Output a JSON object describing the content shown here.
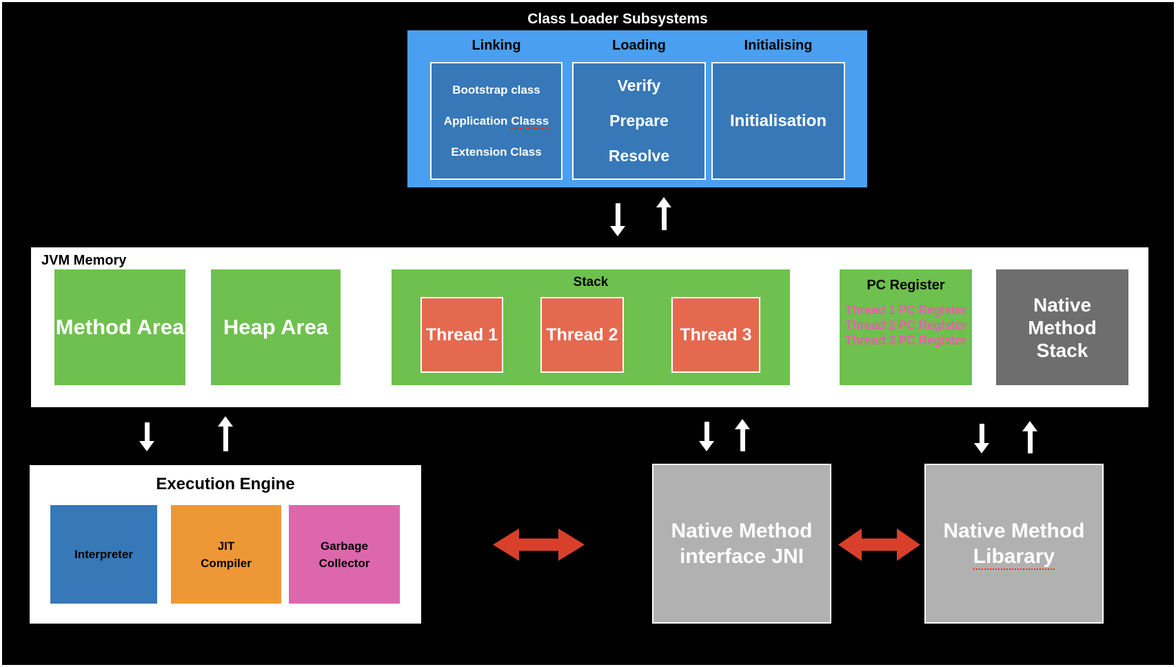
{
  "class_loader": {
    "title": "Class Loader Subsystems",
    "linking": {
      "header": "Linking",
      "line1": "Bootstrap class",
      "line2_prefix": "Application",
      "line2_misspelled": "Classs",
      "line3": "Extension Class"
    },
    "loading": {
      "header": "Loading",
      "items": [
        "Verify",
        "Prepare",
        "Resolve"
      ]
    },
    "initialising": {
      "header": "Initialising",
      "label": "Initialisation"
    }
  },
  "jvm_memory": {
    "title": "JVM Memory",
    "method_area": "Method Area",
    "heap_area": "Heap Area",
    "stack": {
      "title": "Stack",
      "threads": [
        "Thread 1",
        "Thread 2",
        "Thread 3"
      ]
    },
    "pc_register": {
      "title": "PC Register",
      "entries": [
        "Thread 1 PC Register",
        "Thread 2 PC Register",
        "Thread 3 PC Register"
      ]
    },
    "native_method_stack": {
      "lines": [
        "Native",
        "Method",
        "Stack"
      ]
    }
  },
  "execution_engine": {
    "title": "Execution Engine",
    "interpreter": "Interpreter",
    "jit_compiler": {
      "lines": [
        "JIT",
        "Compiler"
      ]
    },
    "garbage_collector": {
      "lines": [
        "Garbage",
        "Collector"
      ]
    }
  },
  "native_method_interface": {
    "line1": "Native Method",
    "line2": "interface JNI"
  },
  "native_method_library": {
    "line1": "Native Method",
    "line2_misspelled": "Libarary"
  },
  "palette": {
    "background": "#000000",
    "panel_white": "#ffffff",
    "light_blue": "#4a9ff0",
    "dark_blue": "#3778b8",
    "green": "#6ec14e",
    "salmon": "#e5694f",
    "pink_text": "#e95fad",
    "dark_gray": "#6e6e6e",
    "light_gray": "#b1b1b1",
    "orange": "#ee9737",
    "magenta_pink": "#dc67ad",
    "red_arrow": "#d8402b",
    "spellcheck_red": "#ff2600"
  }
}
